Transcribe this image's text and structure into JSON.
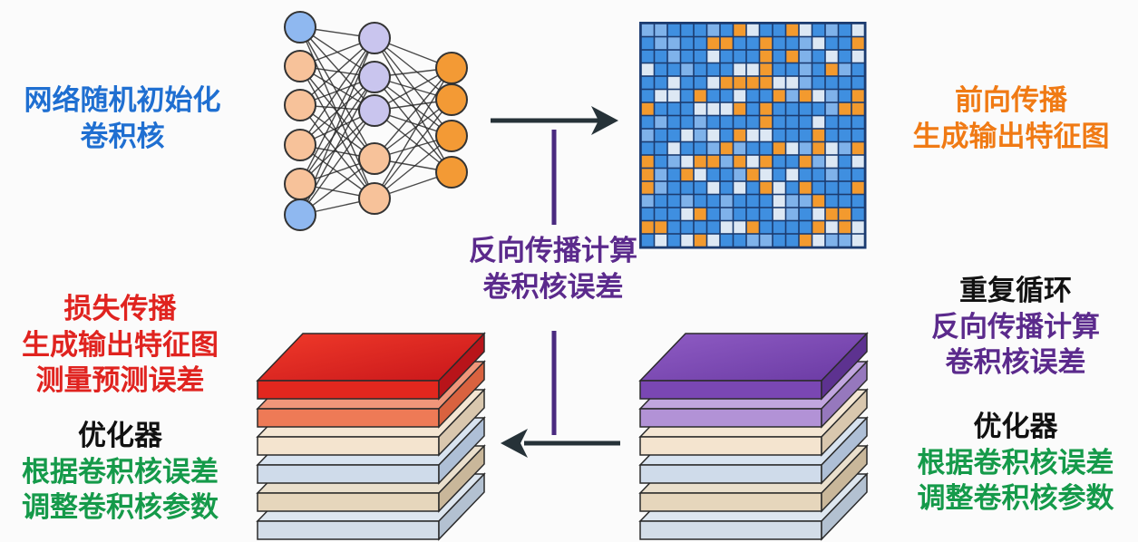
{
  "colors": {
    "blue_text": "#1f6fd1",
    "orange_text": "#f07a14",
    "purple_text": "#5b2a8c",
    "red_text": "#e0231f",
    "green_text": "#159a4a",
    "black_text": "#111111",
    "arrow": "#263238",
    "purple_line": "#4a2a80",
    "grid_blue": "#3f8fe0",
    "grid_light": "#dde8f4",
    "grid_orange": "#f39a2e",
    "nn_blue": "#8fb8f0",
    "nn_peach": "#f7c29a",
    "nn_lavender": "#c9c5ee",
    "nn_orange": "#f39a35"
  },
  "icons": {
    "left_network": "neural-network-icon",
    "feature_map": "feature-map-grid-icon",
    "red_stack": "red-layer-stack-icon",
    "purple_stack": "purple-layer-stack-icon",
    "arrow_right": "arrow-right-icon",
    "arrow_left": "arrow-left-icon"
  },
  "labels": {
    "init": [
      "网络随机初始化",
      "卷积核"
    ],
    "forward": [
      "前向传播",
      "生成输出特征图"
    ],
    "center": [
      "反向传播计算",
      "卷积核误差"
    ],
    "loss": [
      "损失传播",
      "生成输出特征图",
      "测量预测误差"
    ],
    "optimizer_left": {
      "title": "优化器",
      "lines": [
        "根据卷积核误差",
        "调整卷积核参数"
      ]
    },
    "repeat": {
      "title": "重复循环",
      "lines": [
        "反向传播计算",
        "卷积核误差"
      ]
    },
    "optimizer_right": {
      "title": "优化器",
      "lines": [
        "根据卷积核误差",
        "调整卷积核参数"
      ]
    }
  }
}
